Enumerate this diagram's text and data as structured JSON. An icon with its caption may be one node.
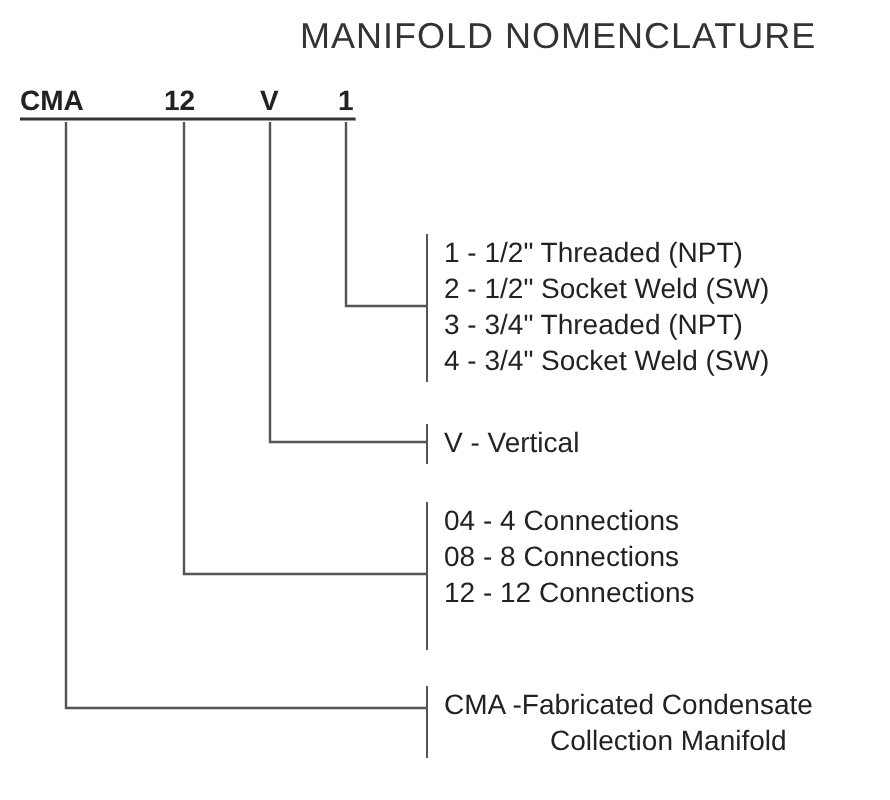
{
  "diagram": {
    "title": "MANIFOLD NOMENCLATURE",
    "nodes": [
      {
        "text": [
          "CMA"
        ]
      },
      {
        "text": [
          "12"
        ]
      },
      {
        "text": [
          "V"
        ]
      },
      {
        "text": [
          "1"
        ]
      },
      {
        "text": [
          "1 - 1/2\" Threaded (NPT)",
          "2 - 1/2\" Socket Weld (SW)",
          "3 - 3/4\" Threaded (NPT)",
          "4 - 3/4\" Socket Weld (SW)"
        ]
      },
      {
        "text": [
          "V - Vertical"
        ]
      },
      {
        "text": [
          "04 - 4 Connections",
          "08 - 8 Connections",
          "12 - 12 Connections"
        ]
      },
      {
        "text": [
          "CMA -Fabricated Condensate Collection Manifold"
        ]
      }
    ],
    "edges": [
      {
        "from": 3,
        "to": 4,
        "arrow": "none"
      },
      {
        "from": 2,
        "to": 5,
        "arrow": "none"
      },
      {
        "from": 1,
        "to": 6,
        "arrow": "none"
      },
      {
        "from": 0,
        "to": 7,
        "arrow": "none"
      }
    ]
  }
}
